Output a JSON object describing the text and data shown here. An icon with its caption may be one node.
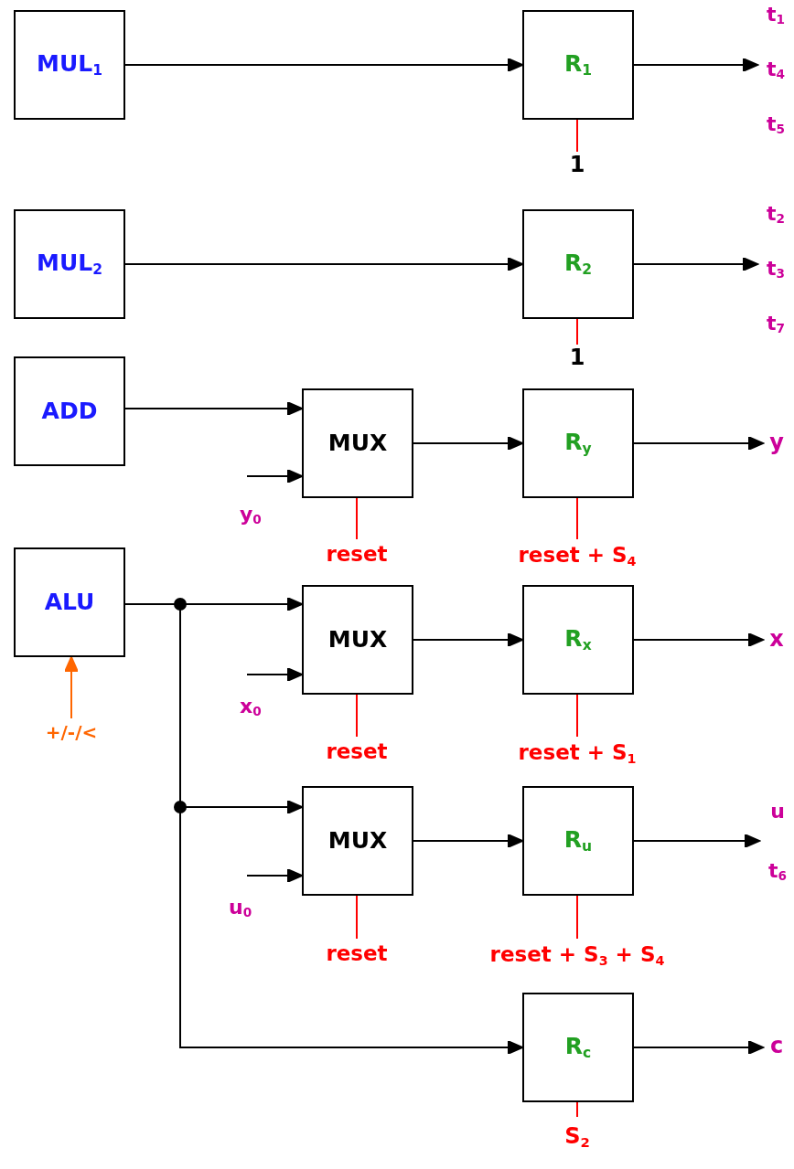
{
  "diagram": {
    "nodes": [
      {
        "text": [
          "MUL$_{1}$"
        ]
      },
      {
        "text": [
          "R$_{1}$"
        ]
      },
      {
        "text": [
          "t$_{1}$",
          "t$_{4}$",
          "t$_{5}$"
        ]
      },
      {
        "text": [
          "1"
        ]
      },
      {
        "text": [
          "MUL$_{2}$"
        ]
      },
      {
        "text": [
          "R$_{2}$"
        ]
      },
      {
        "text": [
          "t$_{2}$",
          "t$_{3}$",
          "t$_{7}$"
        ]
      },
      {
        "text": [
          "1"
        ]
      },
      {
        "text": [
          "ADD"
        ]
      },
      {
        "text": [
          "MUX"
        ]
      },
      {
        "text": [
          "R$_{y}$"
        ]
      },
      {
        "text": [
          "y"
        ]
      },
      {
        "text": [
          "reset"
        ]
      },
      {
        "text": [
          "reset + S$_{4}$"
        ]
      },
      {
        "text": [
          "ALU"
        ]
      },
      {
        "text": [
          "MUX"
        ]
      },
      {
        "text": [
          "R$_{x}$"
        ]
      },
      {
        "text": [
          "x"
        ]
      },
      {
        "text": [
          "reset"
        ]
      },
      {
        "text": [
          "reset + S$_{1}$"
        ]
      },
      {
        "text": [
          "+/-/<"
        ]
      },
      {
        "text": [
          "MUX"
        ]
      },
      {
        "text": [
          "R$_{u}$"
        ]
      },
      {
        "text": [
          "u",
          "t$_{6}$"
        ]
      },
      {
        "text": [
          "reset"
        ]
      },
      {
        "text": [
          "reset + S$_{3}$ + S$_{4}$"
        ]
      },
      {
        "text": [
          "R$_{c}$"
        ]
      },
      {
        "text": [
          "c"
        ]
      },
      {
        "text": [
          "S$_{2}$"
        ]
      }
    ],
    "edges": [
      {
        "from": 0,
        "to": 1,
        "arrow": "to"
      },
      {
        "from": 1,
        "to": 2,
        "arrow": "to"
      },
      {
        "from": 1,
        "to": 3,
        "arrow": "none",
        "color": "#ff0000"
      },
      {
        "from": 4,
        "to": 5,
        "arrow": "to"
      },
      {
        "from": 5,
        "to": 6,
        "arrow": "to"
      },
      {
        "from": 5,
        "to": 7,
        "arrow": "none",
        "color": "#ff0000"
      },
      {
        "from": 8,
        "to": 9,
        "arrow": "to"
      },
      {
        "from": null,
        "to": 9,
        "arrow": "to"
      },
      {
        "from": 9,
        "to": 10,
        "arrow": "to"
      },
      {
        "from": 10,
        "to": 11,
        "arrow": "to"
      },
      {
        "from": 9,
        "to": 12,
        "arrow": "none",
        "color": "#ff0000"
      },
      {
        "from": 10,
        "to": 13,
        "arrow": "none",
        "color": "#ff0000"
      },
      {
        "from": 14,
        "to": 15,
        "arrow": "to"
      },
      {
        "from": 14,
        "to": 21,
        "arrow": "to"
      },
      {
        "from": 14,
        "to": 26,
        "arrow": "to"
      },
      {
        "from": null,
        "to": 15,
        "arrow": "to"
      },
      {
        "from": 15,
        "to": 16,
        "arrow": "to"
      },
      {
        "from": 16,
        "to": 17,
        "arrow": "to"
      },
      {
        "from": 15,
        "to": 18,
        "arrow": "none",
        "color": "#ff0000"
      },
      {
        "from": 16,
        "to": 19,
        "arrow": "none",
        "color": "#ff0000"
      },
      {
        "from": 20,
        "to": 14,
        "arrow": "to",
        "color": "#ff6600"
      },
      {
        "from": null,
        "to": 21,
        "arrow": "to"
      },
      {
        "from": 21,
        "to": 22,
        "arrow": "to"
      },
      {
        "from": 22,
        "to": 23,
        "arrow": "to"
      },
      {
        "from": 21,
        "to": 24,
        "arrow": "none",
        "color": "#ff0000"
      },
      {
        "from": 22,
        "to": 25,
        "arrow": "none",
        "color": "#ff0000"
      },
      {
        "from": 26,
        "to": 27,
        "arrow": "to"
      },
      {
        "from": 26,
        "to": 28,
        "arrow": "none",
        "color": "#ff0000"
      }
    ],
    "labels": [
      "y$_{0}$",
      "x$_{0}$",
      "u$_{0}$"
    ]
  }
}
